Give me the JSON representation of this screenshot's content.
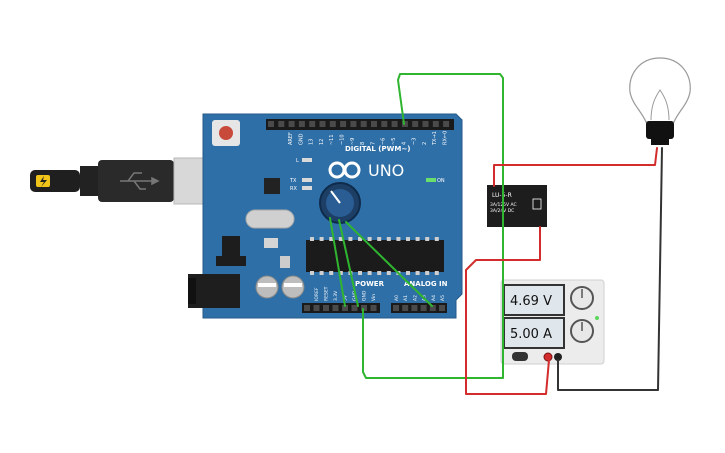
{
  "arduino": {
    "model": "UNO",
    "digital_header_label": "DIGITAL (PWM~)",
    "power_header_label": "POWER",
    "analog_header_label": "ANALOG IN",
    "on_label": "ON",
    "l_label": "L",
    "tx_label": "TX",
    "rx_label": "RX",
    "digital_pins": [
      "AREF",
      "GND",
      "13",
      "12",
      "~11",
      "~10",
      "~9",
      "8",
      "7",
      "~6",
      "~5",
      "4",
      "~3",
      "2",
      "TX→1",
      "RX←0"
    ],
    "power_pins": [
      "IOREF",
      "RESET",
      "3.3V",
      "5V",
      "GND",
      "GND",
      "Vin"
    ],
    "analog_pins": [
      "A0",
      "A1",
      "A2",
      "A3",
      "A4",
      "A5"
    ]
  },
  "relay": {
    "model": "LU-5-R",
    "rating_line1": "3A/125V AC",
    "rating_line2": "3A/24V DC"
  },
  "power_supply": {
    "voltage_display": "4.69 V",
    "current_display": "5.00 A"
  },
  "colors": {
    "board": "#2f6fa7",
    "wire_green": "#2fb52f",
    "wire_red": "#d22c2c",
    "wire_black": "#333333",
    "lcd": "#dfe6ec"
  }
}
